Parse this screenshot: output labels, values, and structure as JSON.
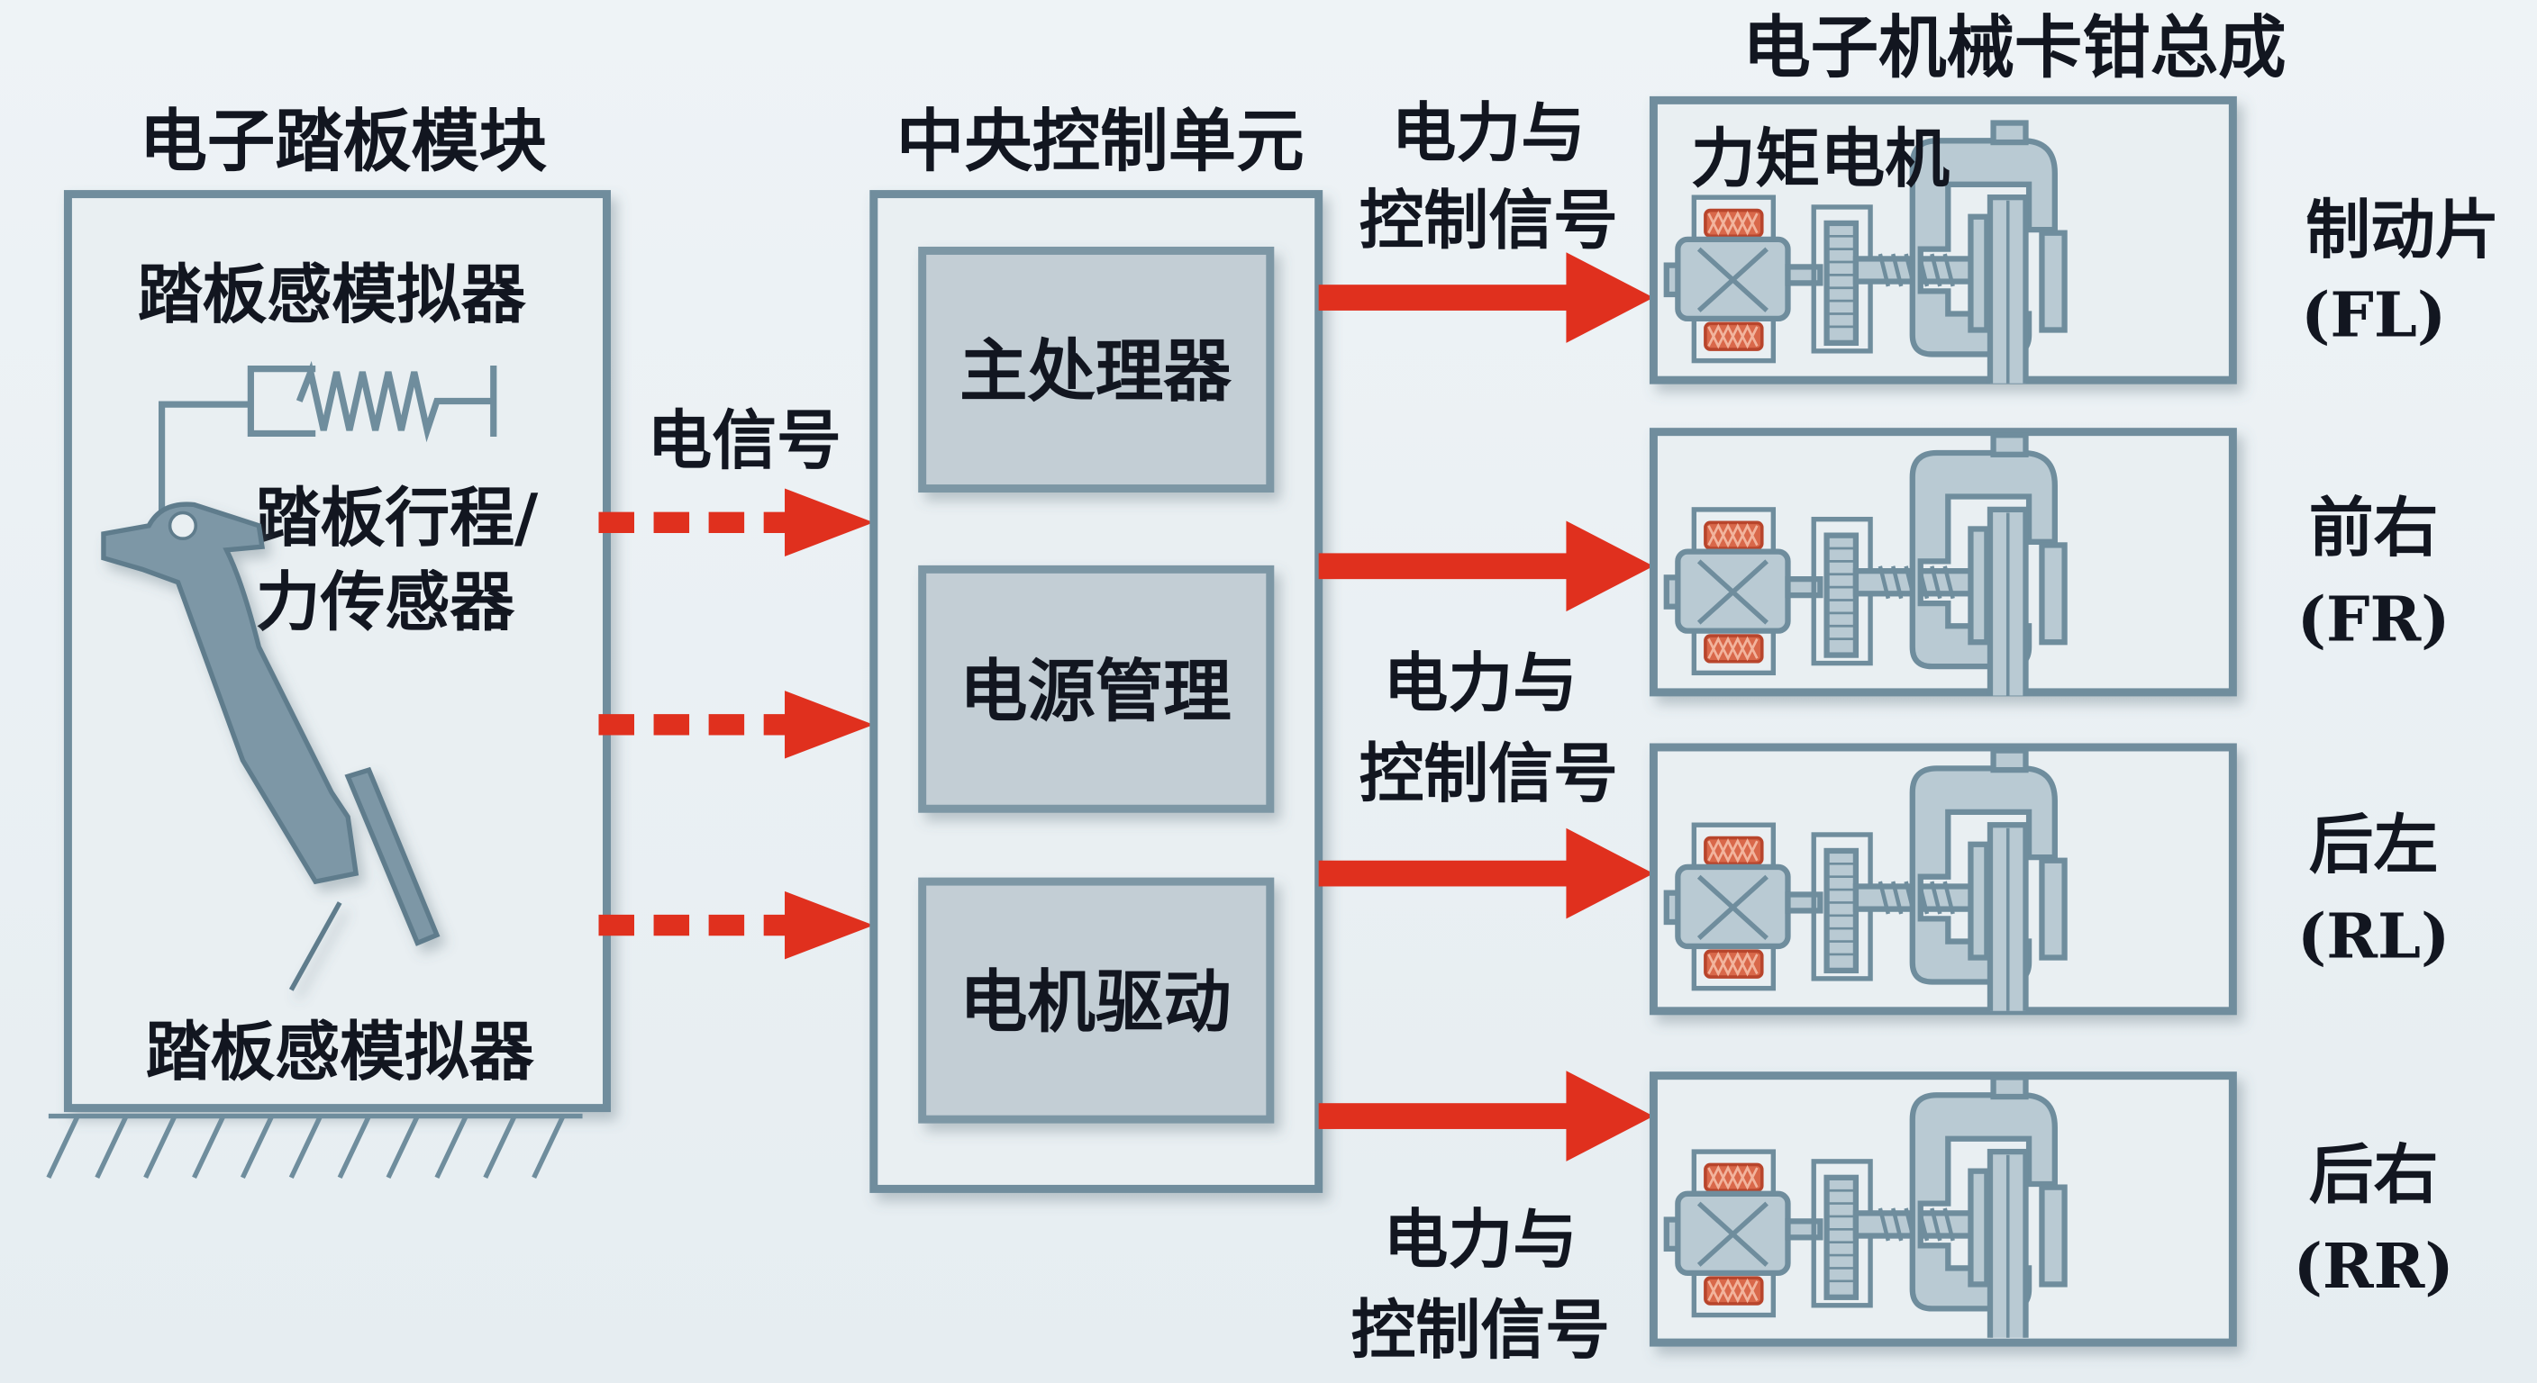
{
  "pedal_module": {
    "title": "电子踏板模块",
    "top_label": "踏板感模拟器",
    "sensor_label_line1": "踏板行程/",
    "sensor_label_line2": "力传感器",
    "bottom_label": "踏板感模拟器"
  },
  "signal_label": "电信号",
  "control_unit": {
    "title": "中央控制单元",
    "blocks": [
      "主处理器",
      "电源管理",
      "电机驱动"
    ]
  },
  "power_signal_labels": [
    {
      "line1": "电力与",
      "line2": "控制信号"
    },
    {
      "line1": "电力与",
      "line2": "控制信号"
    },
    {
      "line1": "电力与",
      "line2": "控制信号"
    }
  ],
  "caliper_assembly": {
    "title": "电子机械卡钳总成",
    "motor_label": "力矩电机",
    "wheels": [
      {
        "name": "制动片",
        "code": "(FL)"
      },
      {
        "name": "前右",
        "code": "(FR)"
      },
      {
        "name": "后左",
        "code": "(RL)"
      },
      {
        "name": "后右",
        "code": "(RR)"
      }
    ]
  },
  "colors": {
    "arrow": "#e0301e",
    "outline": "#6f8d9d",
    "fill": "#b9cad3",
    "coil": "#d9684a"
  }
}
